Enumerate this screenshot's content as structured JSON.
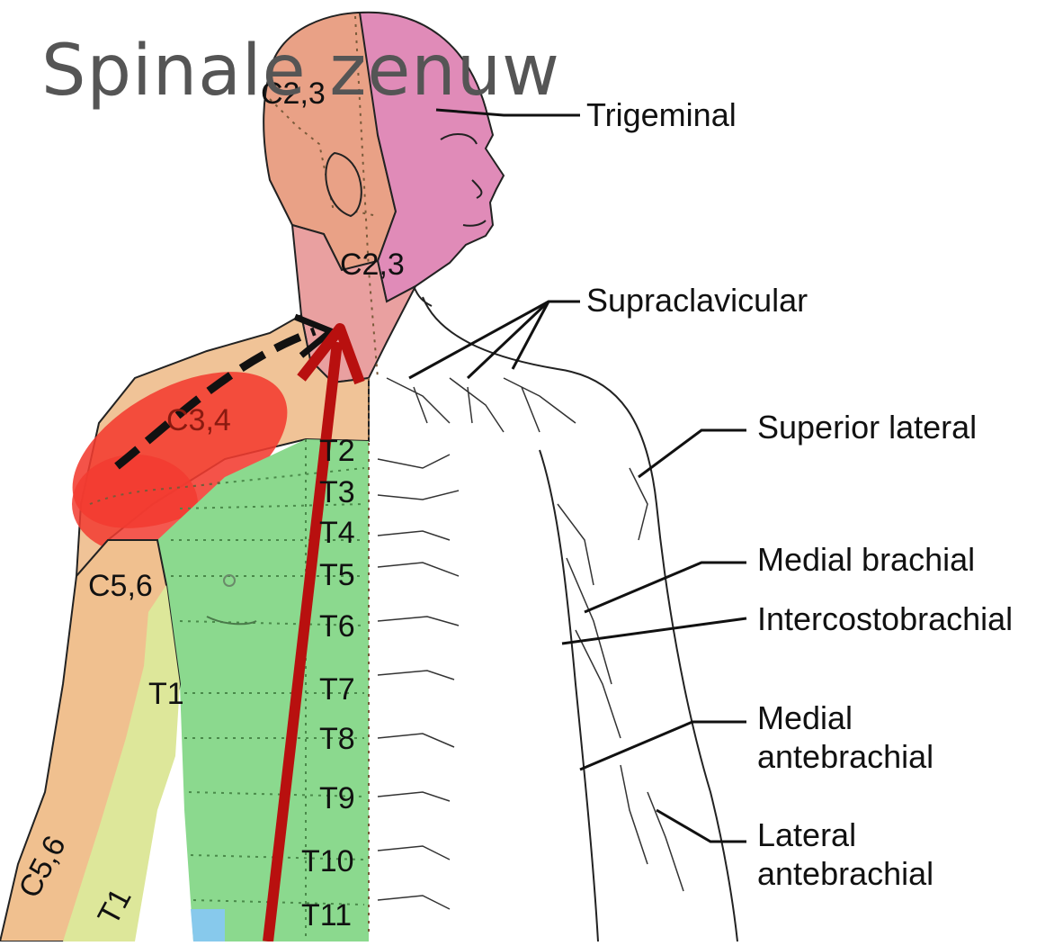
{
  "title": "Spinale zenuw",
  "dermatome_labels": {
    "c23_head": "C2,3",
    "c23_neck": "C2,3",
    "c34": "C3,4",
    "c56_arm": "C5,6",
    "c56_forearm": "C5,6",
    "t1_arm": "T1",
    "t1_forearm": "T1",
    "t2": "T2",
    "t3": "T3",
    "t4": "T4",
    "t5": "T5",
    "t6": "T6",
    "t7": "T7",
    "t8": "T8",
    "t9": "T9",
    "t10": "T10",
    "t11": "T11"
  },
  "nerve_labels": {
    "trigeminal": "Trigeminal",
    "supraclavicular": "Supraclavicular",
    "superior_lateral": "Superior lateral",
    "medial_brachial": "Medial brachial",
    "intercostobrachial": "Intercostobrachial",
    "medial_antebrachial_1": "Medial",
    "medial_antebrachial_2": "antebrachial",
    "lateral_antebrachial_1": "Lateral",
    "lateral_antebrachial_2": "antebrachial"
  },
  "colors": {
    "head_face": "#e08bb8",
    "scalp_neck": "#e9a186",
    "shoulder": "#f0c397",
    "pain_area": "#f23b30",
    "trunk": "#8bd98e",
    "arm_c56": "#f0c08f",
    "forearm_t1": "#dde79a",
    "arrow": "#b8100f"
  }
}
